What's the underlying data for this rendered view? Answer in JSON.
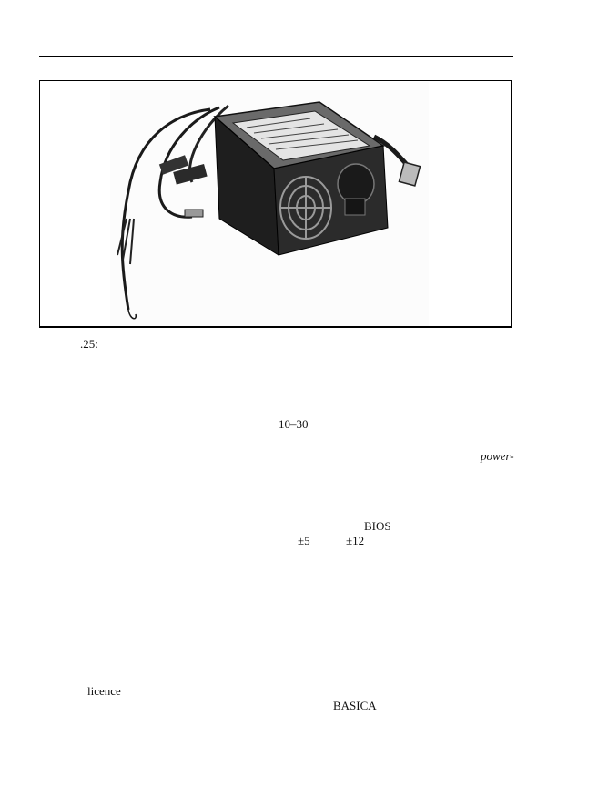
{
  "page": {
    "header_rule": true,
    "figure": {
      "subject": "PC power supply unit with cables and connectors",
      "caption_label": ".25:"
    },
    "text_fragments": [
      {
        "id": "range",
        "text": "10–30"
      },
      {
        "id": "power",
        "text": "power-",
        "style": "italic"
      },
      {
        "id": "bios",
        "text": "BIOS"
      },
      {
        "id": "pm5",
        "text": "±5"
      },
      {
        "id": "pm12",
        "text": "±12"
      },
      {
        "id": "licence",
        "text": "licence"
      },
      {
        "id": "basica",
        "text": "BASICA"
      }
    ]
  },
  "colors": {
    "ink": "#111111",
    "paper": "#ffffff"
  }
}
